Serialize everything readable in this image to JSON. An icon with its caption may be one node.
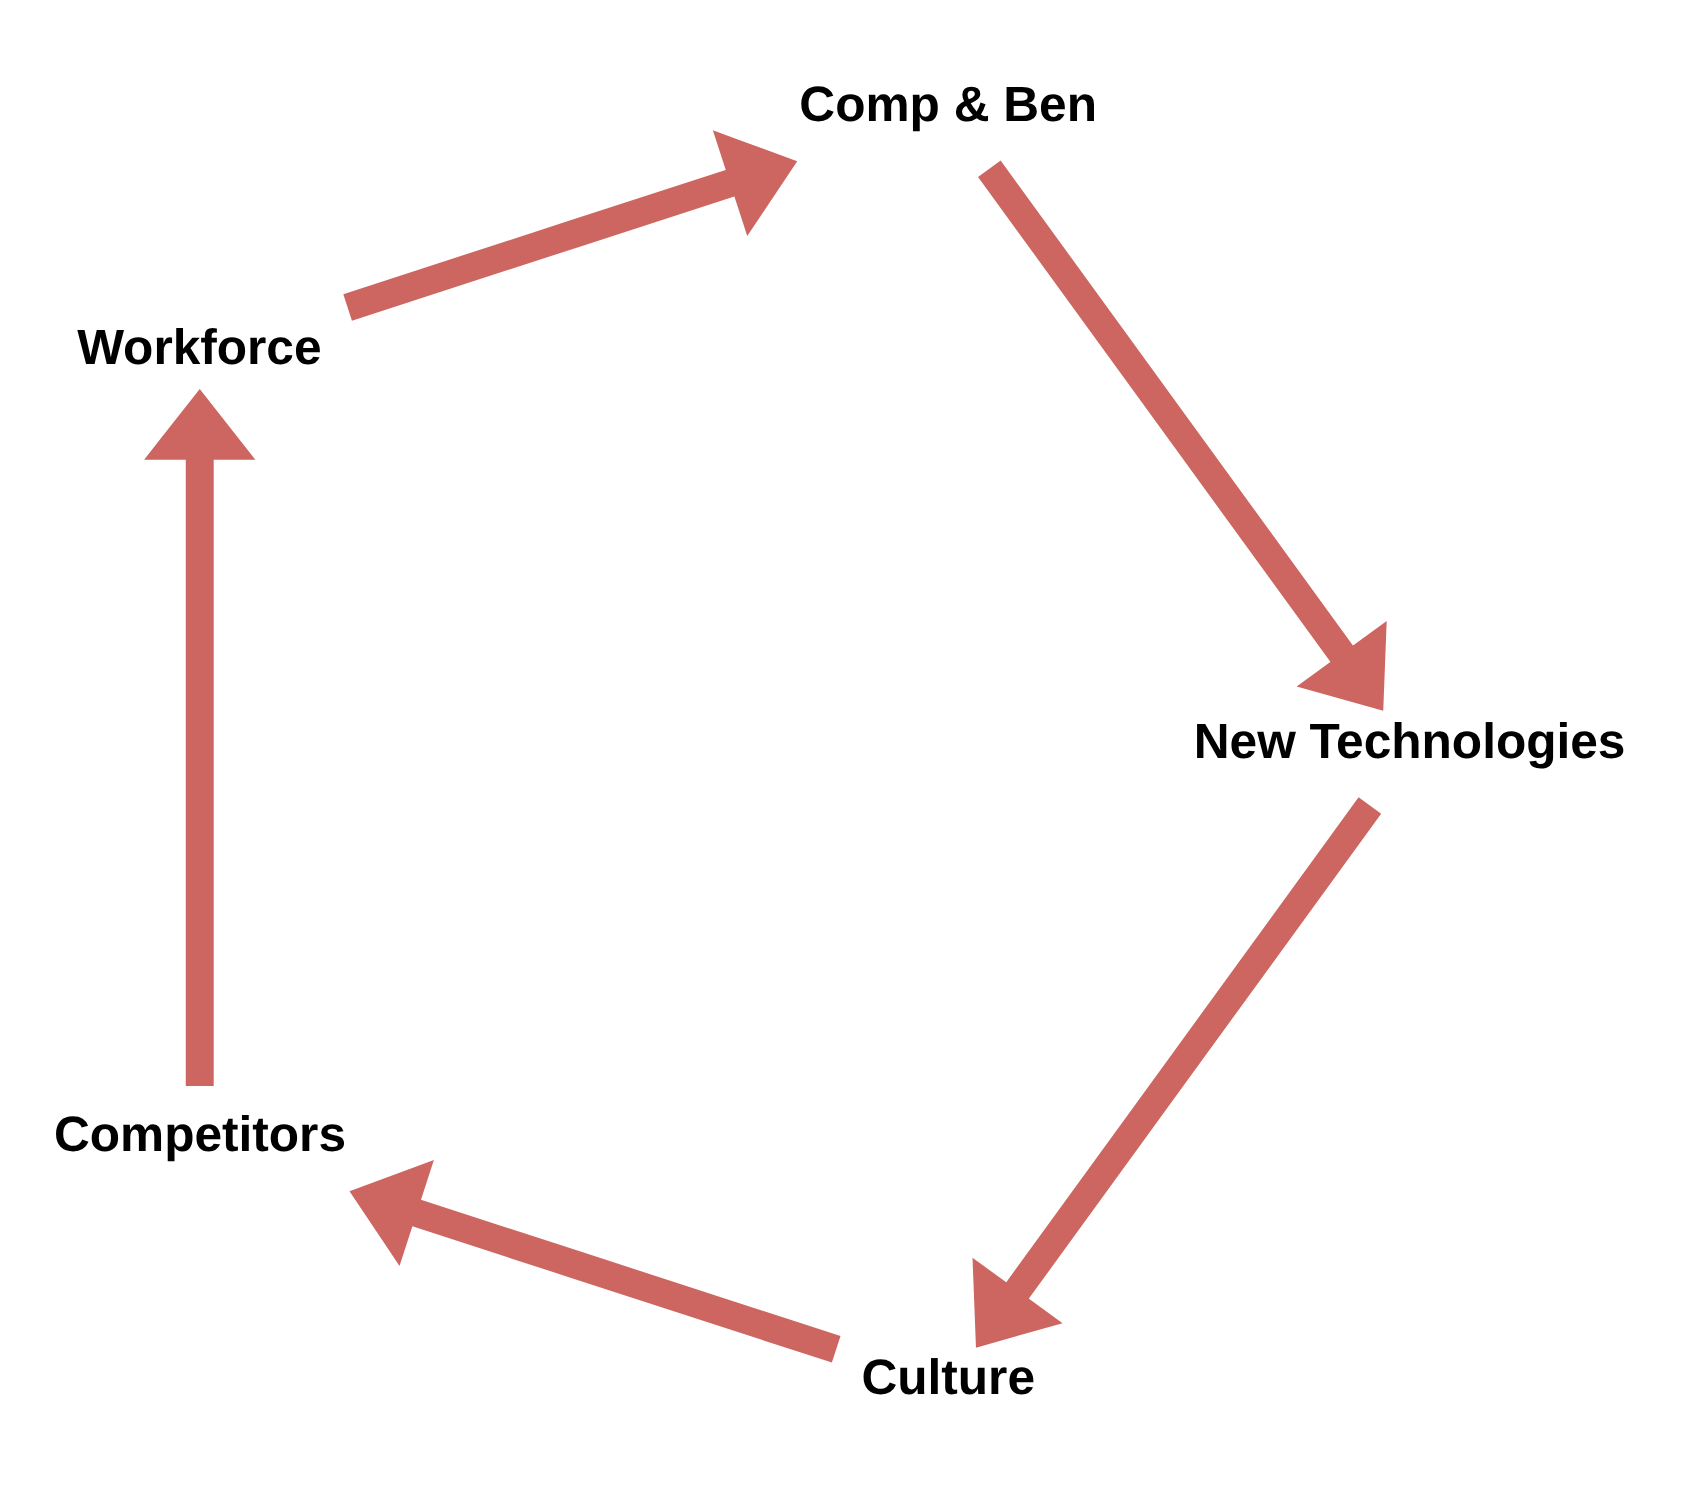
{
  "diagram": {
    "nodes": [
      {
        "text": [
          "Culture"
        ]
      },
      {
        "text": [
          "Competitors"
        ]
      },
      {
        "text": [
          "Workforce"
        ]
      },
      {
        "text": [
          "Comp & Ben"
        ]
      },
      {
        "text": [
          "New Technologies"
        ]
      }
    ],
    "edges": [
      {
        "from": 0,
        "to": 1,
        "arrow": "to"
      },
      {
        "from": 1,
        "to": 2,
        "arrow": "to"
      },
      {
        "from": 2,
        "to": 3,
        "arrow": "to"
      },
      {
        "from": 3,
        "to": 4,
        "arrow": "to"
      },
      {
        "from": 4,
        "to": 0,
        "arrow": "to"
      }
    ]
  }
}
